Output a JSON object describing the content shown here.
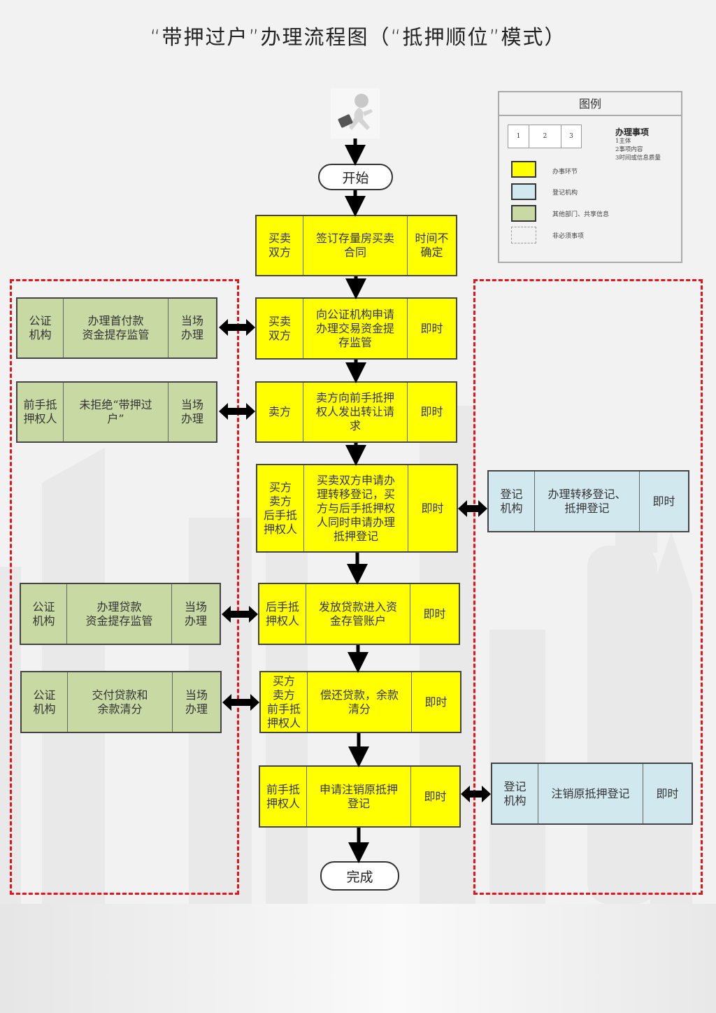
{
  "title": "“带押过户”办理流程图（“抵押顺位”模式）",
  "icons": {
    "start_figure": "running-businessman-icon"
  },
  "terminals": {
    "start": "开始",
    "end": "完成"
  },
  "legend": {
    "title": "图例",
    "sample_cells": [
      "1",
      "2",
      "3"
    ],
    "heading": "办理事项",
    "sub_items": [
      "1主体",
      "2事项内容",
      "3时间或信息质量"
    ],
    "items": [
      {
        "label": "办事环节",
        "color": "#ffff00"
      },
      {
        "label": "登记机构",
        "color": "#d2e8ef"
      },
      {
        "label": "其他部门、共享信息",
        "color": "#c9d9a4"
      },
      {
        "label": "非必须事项",
        "color": "dashed"
      }
    ]
  },
  "colors": {
    "step": "#ffff00",
    "registry": "#d2e8ef",
    "other_dept": "#c9d9a4",
    "boundary": "#e8141c"
  },
  "main_steps": [
    {
      "subject": "买卖\n双方",
      "content": "签订存量房买卖\n合同",
      "time": "时间不\n确定"
    },
    {
      "subject": "买卖\n双方",
      "content": "向公证机构申请\n办理交易资金提\n存监管",
      "time": "即时"
    },
    {
      "subject": "卖方",
      "content": "卖方向前手抵押\n权人发出转让请\n求",
      "time": "即时"
    },
    {
      "subject": "买方\n卖方\n后手抵\n押权人",
      "content": "买卖双方申请办\n理转移登记，买\n方与后手抵押权\n人同时申请办理\n抵押登记",
      "time": "即时"
    },
    {
      "subject": "后手抵\n押权人",
      "content": "发放贷款进入资\n金存管账户",
      "time": "即时"
    },
    {
      "subject": "买方\n卖方\n前手抵\n押权人",
      "content": "偿还贷款，余款\n清分",
      "time": "即时"
    },
    {
      "subject": "前手抵\n押权人",
      "content": "申请注销原抵押\n登记",
      "time": "即时"
    }
  ],
  "left_items": [
    {
      "subject": "公证\n机构",
      "content": "办理首付款\n资金提存监管",
      "time": "当场\n办理"
    },
    {
      "subject": "前手抵\n押权人",
      "content": "未拒绝“带押过\n户”",
      "time": "当场\n办理"
    },
    {
      "subject": "公证\n机构",
      "content": "办理贷款\n资金提存监管",
      "time": "当场\n办理"
    },
    {
      "subject": "公证\n机构",
      "content": "交付贷款和\n余款清分",
      "time": "当场\n办理"
    }
  ],
  "right_items": [
    {
      "subject": "登记\n机构",
      "content": "办理转移登记、\n抵押登记",
      "time": "即时"
    },
    {
      "subject": "登记\n机构",
      "content": "注销原抵押登记",
      "time": "即时"
    }
  ]
}
